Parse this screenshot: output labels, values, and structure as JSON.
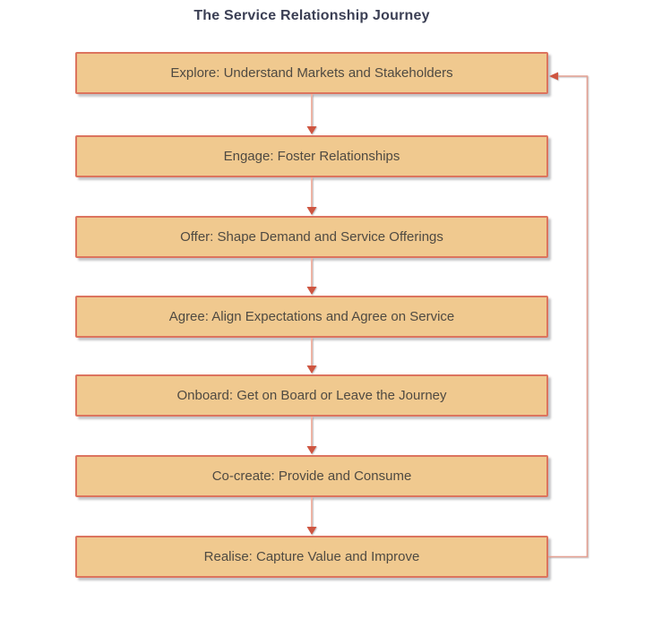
{
  "title": "The Service Relationship Journey",
  "boxes": [
    {
      "label": "Explore: Understand Markets and Stakeholders"
    },
    {
      "label": "Engage: Foster Relationships"
    },
    {
      "label": "Offer: Shape Demand and Service Offerings"
    },
    {
      "label": "Agree: Align Expectations and Agree on Service"
    },
    {
      "label": "Onboard: Get on Board or Leave the Journey"
    },
    {
      "label": "Co-create: Provide and Consume"
    },
    {
      "label": "Realise: Capture Value and Improve"
    }
  ],
  "colors": {
    "box_fill": "#F0C98F",
    "box_border": "#DC745E",
    "arrow_line": "#EDB3A5",
    "arrow_head": "#CE5540",
    "loop_line": "#E4A092",
    "title_text": "#3B3F54",
    "box_text": "#4F4A42",
    "page_bg": "#FFFFFF"
  }
}
